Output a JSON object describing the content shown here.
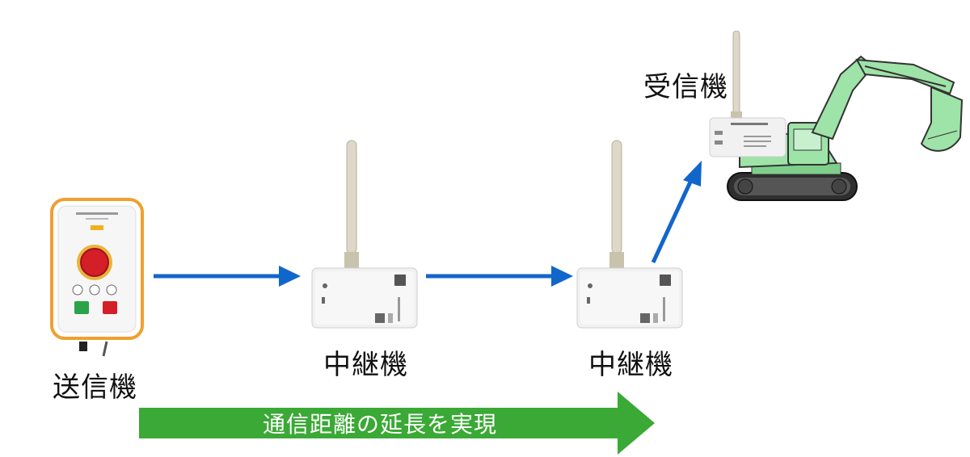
{
  "labels": {
    "transmitter": "送信機",
    "repeater_1": "中継機",
    "repeater_2": "中継機",
    "receiver": "受信機"
  },
  "banner": {
    "text": "通信距離の延長を実現"
  },
  "colors": {
    "flow_arrow": "#1166cc",
    "banner_green": "#3aa935",
    "excavator_green": "#9ee3a8",
    "transmitter_orange": "#f0a030",
    "stop_button_red": "#d41e28",
    "device_body": "#f1f1f1"
  },
  "icons": {
    "transmitter": "remote-transmitter-icon",
    "repeater": "antenna-repeater-icon",
    "receiver": "antenna-receiver-icon",
    "machine": "excavator-icon"
  }
}
